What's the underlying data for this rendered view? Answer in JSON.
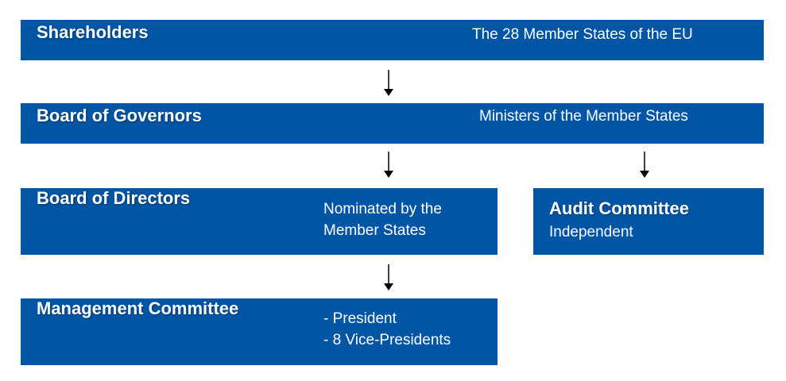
{
  "colors": {
    "box": "#0055a4",
    "text": "#ffffff",
    "arrow": "#000000"
  },
  "shareholders": {
    "title": "Shareholders",
    "desc": "The 28 Member States of the EU"
  },
  "board_of_governors": {
    "title": "Board of Governors",
    "desc": "Ministers of the Member States"
  },
  "board_of_directors": {
    "title": "Board of Directors",
    "desc_line1": "Nominated by the",
    "desc_line2": "Member States"
  },
  "audit_committee": {
    "title": "Audit Committee",
    "desc": "Independent"
  },
  "management_committee": {
    "title": "Management Committee",
    "desc_line1": "- President",
    "desc_line2": "- 8 Vice-Presidents"
  }
}
